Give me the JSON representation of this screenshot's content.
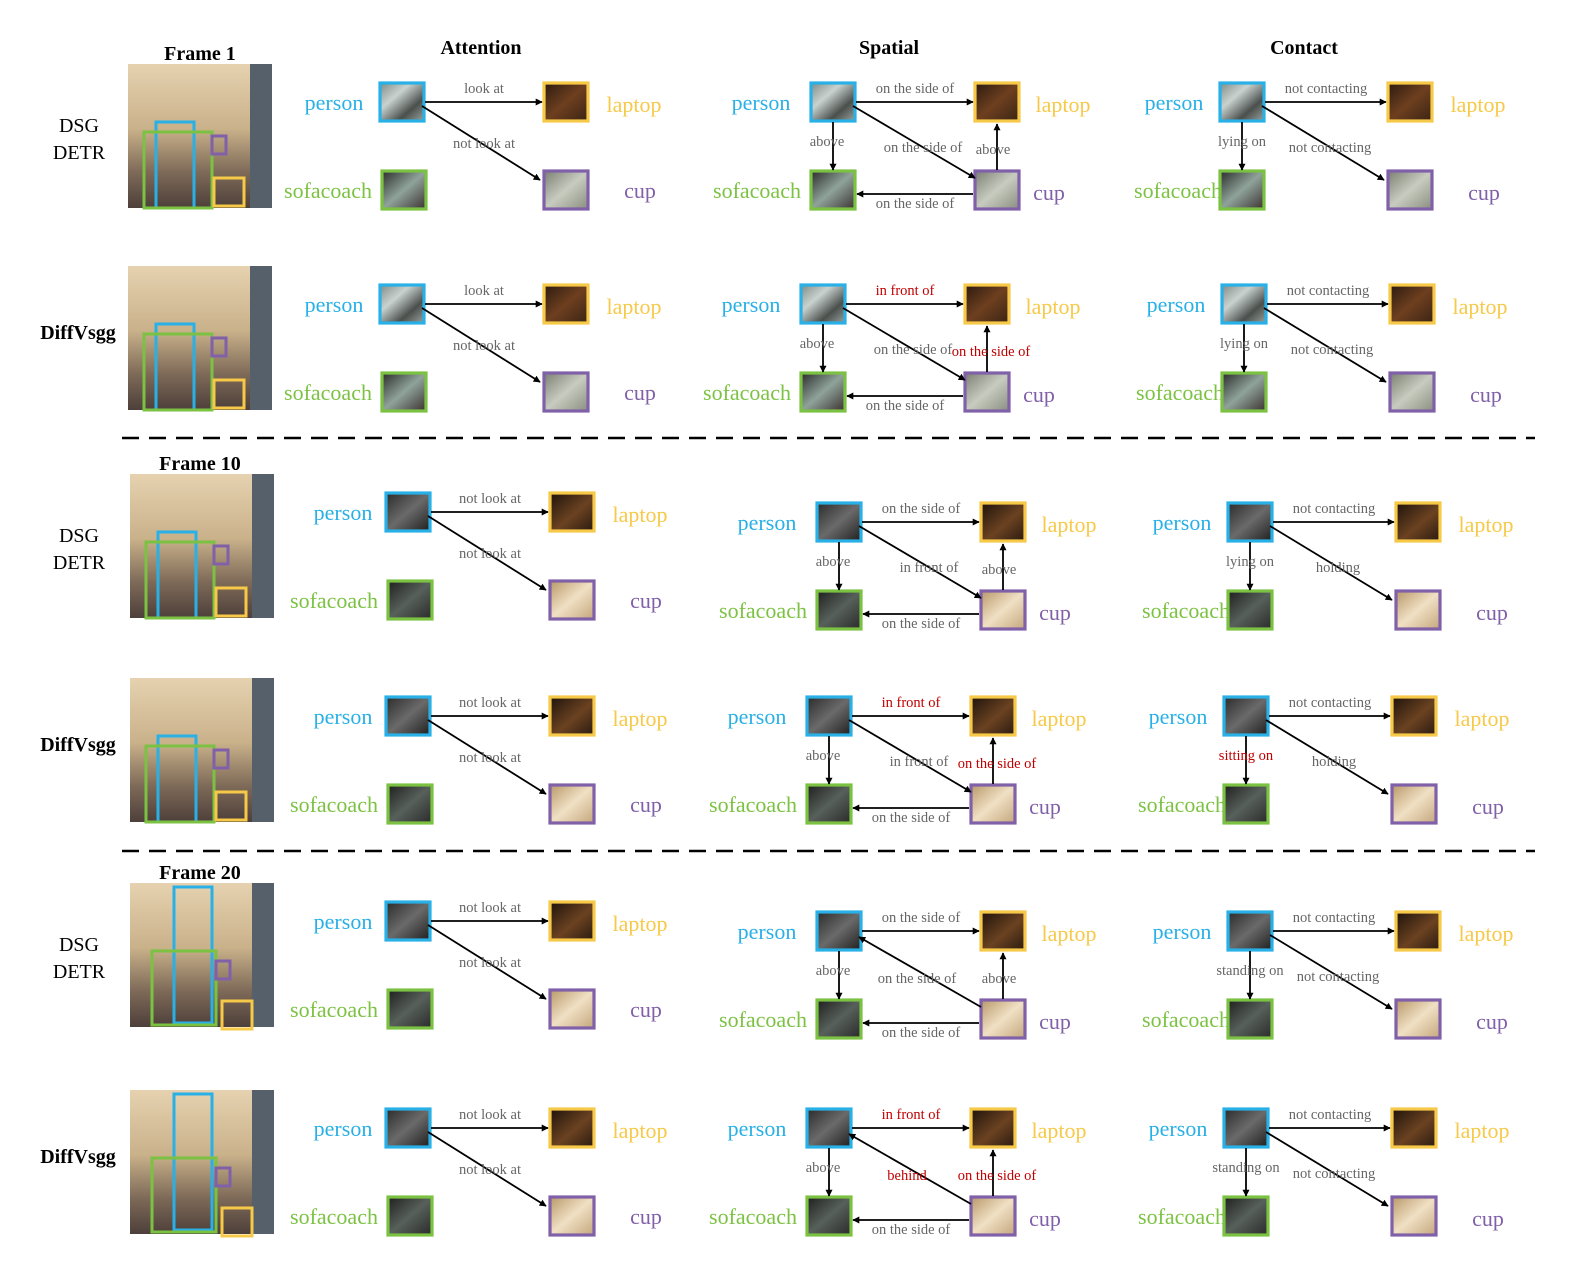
{
  "headers": {
    "attention": "Attention",
    "spatial": "Spatial",
    "contact": "Contact"
  },
  "colors": {
    "person": "#29b0e6",
    "laptop": "#f7c948",
    "sofacoach": "#7cc242",
    "cup": "#8060a8",
    "edge_text": "#666666",
    "changed_text": "#c00000"
  },
  "entities": {
    "person": "person",
    "laptop": "laptop",
    "sofacoach": "sofacoach",
    "cup": "cup"
  },
  "rows": [
    {
      "frame_label": "Frame 1",
      "method": [
        "DSG",
        "DETR"
      ],
      "bold": false,
      "attention": {
        "to_laptop": "look at",
        "to_cup": "not look at"
      },
      "spatial": {
        "person_laptop": "on the side of",
        "person_sofa": "above",
        "person_cup": "on the side of",
        "cup_laptop": "above",
        "cup_sofa": "on the side of"
      },
      "contact": {
        "person_laptop": "not contacting",
        "person_sofa": "lying on",
        "person_cup": "not contacting"
      }
    },
    {
      "frame_label": "",
      "method": [
        "DiffVsgg"
      ],
      "bold": true,
      "attention": {
        "to_laptop": "look at",
        "to_cup": "not look at"
      },
      "spatial": {
        "person_laptop": "in front of",
        "person_sofa": "above",
        "person_cup": "on the side of",
        "cup_laptop": "on the side of",
        "cup_sofa": "on the side of"
      },
      "contact": {
        "person_laptop": "not contacting",
        "person_sofa": "lying on",
        "person_cup": "not contacting"
      }
    },
    {
      "frame_label": "Frame 10",
      "method": [
        "DSG",
        "DETR"
      ],
      "bold": false,
      "attention": {
        "to_laptop": "not look at",
        "to_cup": "not look at"
      },
      "spatial": {
        "person_laptop": "on the side of",
        "person_sofa": "above",
        "person_cup": "in front of",
        "cup_laptop": "above",
        "cup_sofa": "on the side of"
      },
      "contact": {
        "person_laptop": "not contacting",
        "person_sofa": "lying on",
        "person_cup": "holding"
      }
    },
    {
      "frame_label": "",
      "method": [
        "DiffVsgg"
      ],
      "bold": true,
      "attention": {
        "to_laptop": "not look at",
        "to_cup": "not look at"
      },
      "spatial": {
        "person_laptop": "in front of",
        "person_sofa": "above",
        "person_cup": "in front of",
        "cup_laptop": "on the side of",
        "cup_sofa": "on the side of"
      },
      "contact": {
        "person_laptop": "not contacting",
        "person_sofa": "sitting on",
        "person_cup": "holding"
      }
    },
    {
      "frame_label": "Frame 20",
      "method": [
        "DSG",
        "DETR"
      ],
      "bold": false,
      "attention": {
        "to_laptop": "not look at",
        "to_cup": "not look at"
      },
      "spatial": {
        "person_laptop": "on the side of",
        "person_sofa": "above",
        "cup_person": "on the side of",
        "cup_laptop": "above",
        "cup_sofa": "on the side of"
      },
      "contact": {
        "person_laptop": "not contacting",
        "person_sofa": "standing on",
        "person_cup": "not contacting"
      }
    },
    {
      "frame_label": "",
      "method": [
        "DiffVsgg"
      ],
      "bold": true,
      "attention": {
        "to_laptop": "not look at",
        "to_cup": "not look at"
      },
      "spatial": {
        "person_laptop": "in front of",
        "person_sofa": "above",
        "cup_person": "behind",
        "cup_laptop": "on the side of",
        "cup_sofa": "on the side of"
      },
      "contact": {
        "person_laptop": "not contacting",
        "person_sofa": "standing on",
        "person_cup": "not contacting"
      }
    }
  ]
}
